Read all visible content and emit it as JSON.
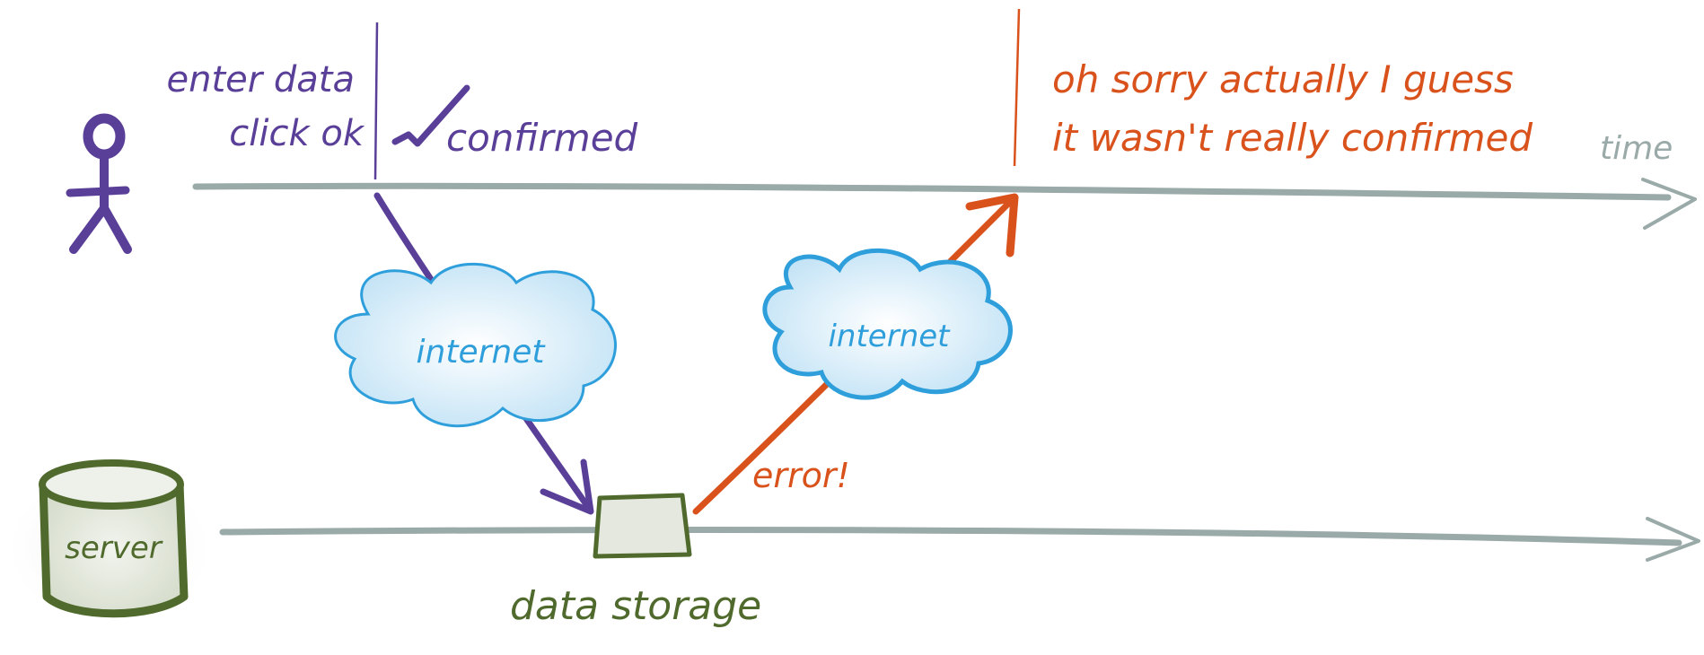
{
  "user_actions": {
    "line1": "enter data",
    "line2": "click ok"
  },
  "confirmed_label": "confirmed",
  "apology": {
    "line1": "oh sorry actually I guess",
    "line2": "it wasn't really confirmed"
  },
  "time_label": "time",
  "cloud_left_label": "internet",
  "cloud_right_label": "internet",
  "error_label": "error!",
  "server_label": "server",
  "storage_label": "data storage",
  "colors": {
    "user": "#5a3f99",
    "error": "#d9521c",
    "timeline": "#9aaaa8",
    "server": "#4f6a2c",
    "cloud": "#2f9fdc"
  }
}
